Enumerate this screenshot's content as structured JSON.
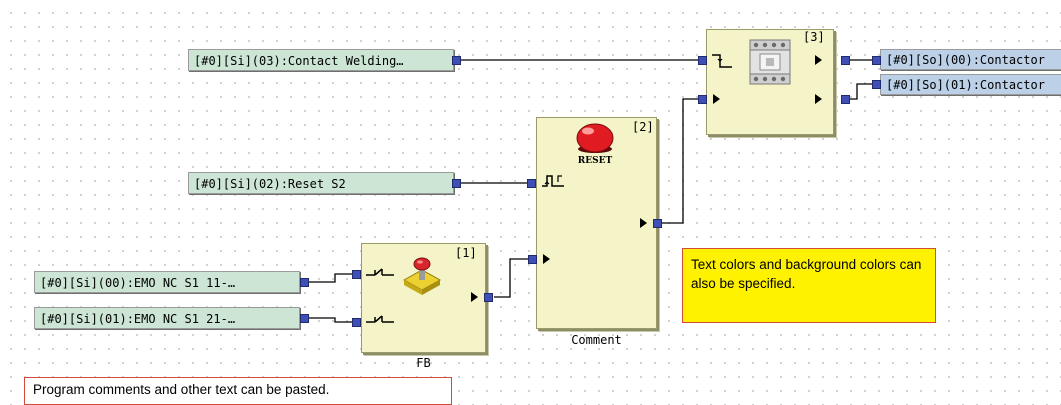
{
  "inputs": {
    "in03": "[#0][Si](03):Contact Welding…",
    "in02": "[#0][Si](02):Reset S2",
    "in00": "[#0][Si](00):EMO NC S1 11-…",
    "in01": "[#0][Si](01):EMO NC S1 21-…"
  },
  "outputs": {
    "out00": "[#0][So](00):Contactor",
    "out01": "[#0][So](01):Contactor"
  },
  "blocks": {
    "b1": {
      "number": "[1]",
      "label": "FB"
    },
    "b2": {
      "number": "[2]",
      "label": "Comment",
      "reset_text": "RESET"
    },
    "b3": {
      "number": "[3]"
    }
  },
  "notes": {
    "colors": "Text colors and background colors can also be specified.",
    "comments": "Program comments and other text can be pasted."
  },
  "colors": {
    "input_tag": "#cde5d4",
    "output_tag": "#bcd0e8",
    "block_fill": "#f4f4c8",
    "port": "#3e4fb6",
    "note_fill": "#fff200",
    "note_border": "#d64a3a"
  }
}
